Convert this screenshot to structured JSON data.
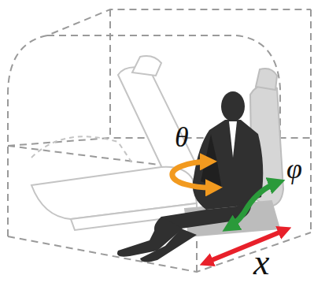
{
  "diagram": {
    "labels": [
      "θ",
      "φ",
      "x"
    ]
  }
}
